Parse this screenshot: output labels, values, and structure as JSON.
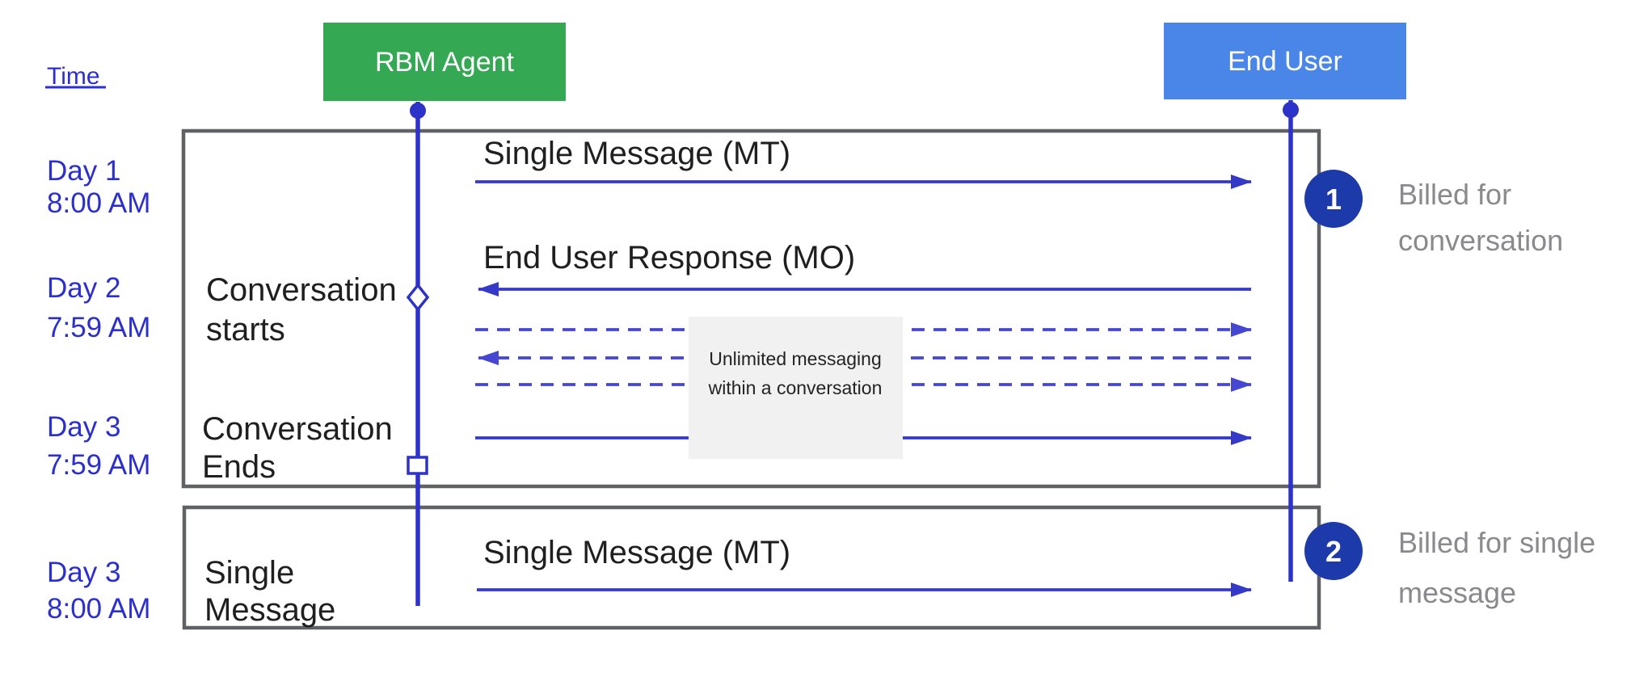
{
  "diagram_title": "Time",
  "actors": {
    "agent": {
      "label": "RBM Agent",
      "color": "#34a853"
    },
    "end_user": {
      "label": "End User",
      "color": "#4a86e8"
    }
  },
  "time_labels": [
    {
      "day": "Day 1",
      "time": "8:00 AM"
    },
    {
      "day": "Day 2",
      "time": "7:59 AM"
    },
    {
      "day": "Day 3",
      "time": "7:59 AM"
    },
    {
      "day": "Day 3",
      "time": "8:00 AM"
    }
  ],
  "lifecycle_labels": {
    "conversation_starts": {
      "line1": "Conversation",
      "line2": "starts"
    },
    "conversation_ends": {
      "line1": "Conversation",
      "line2": "Ends"
    },
    "single_message": {
      "line1": "Single",
      "line2": "Message"
    }
  },
  "messages": {
    "single_message_mt": "Single Message (MT)",
    "end_user_response_mo": "End User Response (MO)",
    "single_message_mt_2": "Single Message (MT)"
  },
  "info_box": {
    "line1": "Unlimited messaging",
    "line2": "within a conversation"
  },
  "annotations": [
    {
      "number": "1",
      "line1": "Billed for",
      "line2": "conversation"
    },
    {
      "number": "2",
      "line1": "Billed for single",
      "line2": "message"
    }
  ],
  "colors": {
    "agent_green": "#34a853",
    "end_user_blue": "#4a86e8",
    "badge_navy": "#1c3aa9",
    "line_blue": "#3439c8",
    "dashed_blue": "#4547d2",
    "label_blue": "#2b2fd0",
    "caption_gray": "#8a8a8e",
    "border_gray": "#5f6165",
    "info_box_bg": "#f1f1f1",
    "text_black": "#1f1f1f"
  }
}
